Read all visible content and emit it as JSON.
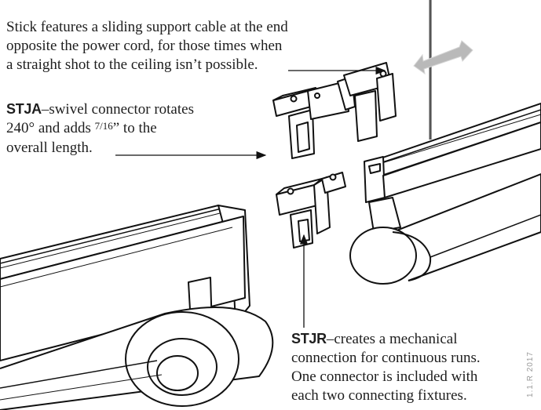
{
  "callouts": {
    "cable": {
      "line1": "Stick features a sliding support cable at the end",
      "line2": "opposite the power cord, for those times when",
      "line3": "a straight shot to the ceiling isn’t possible."
    },
    "stja": {
      "code": "STJA",
      "desc1": "–swivel connector rotates",
      "line2_pre": "240° and adds ",
      "fraction": "7/16",
      "line2_post": "” to the",
      "line3": "overall length."
    },
    "stjr": {
      "code": "STJR",
      "desc1": "–creates a mechanical",
      "line2": "connection for continuous runs.",
      "line3": "One connector is included with",
      "line4": "each two connecting fixtures."
    }
  },
  "watermark": "1.1.R 2017",
  "colors": {
    "ink": "#1e1e1e",
    "arrow_gray": "#b9b9b9",
    "line": "#111111"
  }
}
